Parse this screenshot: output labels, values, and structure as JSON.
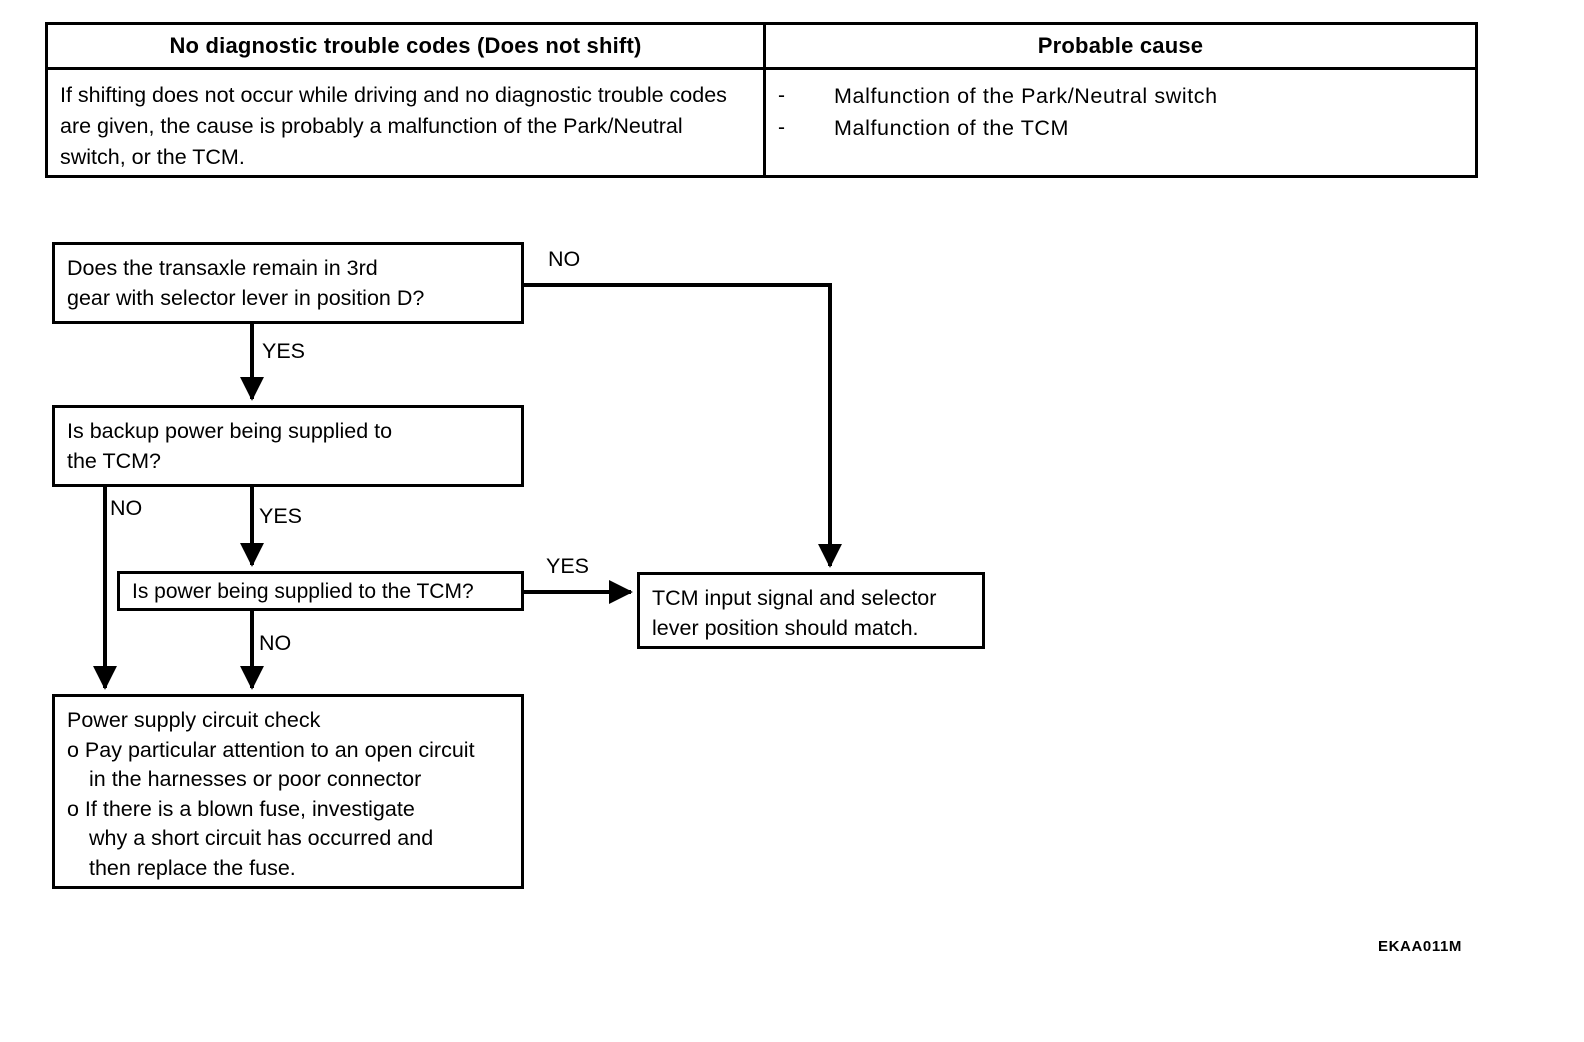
{
  "symptom_table": {
    "headers": {
      "symptom": "No diagnostic trouble codes (Does not shift)",
      "cause": "Probable cause"
    },
    "symptom_description": "If shifting does not occur while driving and no diagnostic trouble codes are given, the cause is probably a malfunction of the Park/Neutral switch, or the TCM.",
    "probable_causes": [
      {
        "bullet": "-",
        "text": "Malfunction of the Park/Neutral switch"
      },
      {
        "bullet": "-",
        "text": "Malfunction of the TCM"
      }
    ]
  },
  "flowchart": {
    "boxes": {
      "q1": {
        "line1": "Does the transaxle remain in 3rd",
        "line2": "gear with selector lever in position D?"
      },
      "q2": {
        "line1": "Is backup power being supplied to",
        "line2": "the TCM?"
      },
      "q3": {
        "line1": "Is power being supplied to the TCM?"
      },
      "tcm_result": {
        "line1": "TCM input signal and selector",
        "line2": "lever position should match."
      },
      "power_supply_check": {
        "title": "Power supply circuit check",
        "line1": "o Pay particular attention to an open circuit",
        "line2": "in the harnesses or poor connector",
        "line3": "o If there is a blown fuse, investigate",
        "line4": "why a short circuit has occurred and",
        "line5": "then replace the fuse."
      }
    },
    "edge_labels": {
      "q1_no": "NO",
      "q1_yes": "YES",
      "q2_no": "NO",
      "q2_yes": "YES",
      "q3_yes": "YES",
      "q3_no": "NO"
    }
  },
  "reference_code": "EKAA011M",
  "colors": {
    "ink": "#000000",
    "paper": "#ffffff"
  }
}
